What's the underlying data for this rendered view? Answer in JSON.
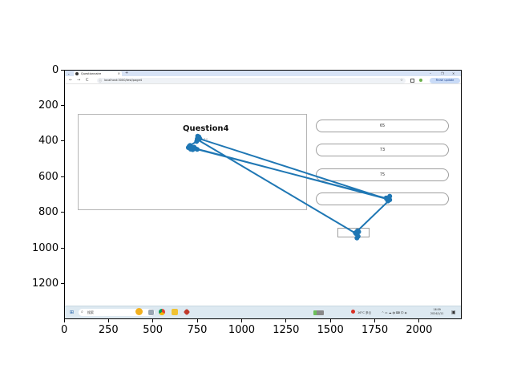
{
  "browser": {
    "tab_title": "Questionnaire",
    "tab_close": "×",
    "new_tab": "+",
    "tab_arrow": "⌄",
    "minimize": "–",
    "restore": "❐",
    "close": "×",
    "back": "←",
    "forward": "→",
    "reload": "C",
    "url": "localhost:3000/test/page4",
    "star": "☆",
    "finish_update": "Finish update"
  },
  "page": {
    "question_title": "Question4",
    "question_subtitle": "a·b·c·d·e",
    "options": [
      "65",
      "73",
      "75",
      ""
    ]
  },
  "taskbar": {
    "start": "⊞",
    "search_placeholder": "搜索",
    "weather": "16°C 多云",
    "tray_icons": "^ ▭ ☁ ◑ ⌨ 中 ◈",
    "time": "16:59",
    "date": "2024/1/11",
    "notifications": "▣"
  },
  "colors": {
    "trajectory": "#1f77b4",
    "tab_bar": "#d7e3f6",
    "taskbar": "#dde9f1",
    "finish_button": "#c9dbf7"
  },
  "chart_data": {
    "type": "line",
    "x_ticks": [
      "0",
      "250",
      "500",
      "750",
      "1000",
      "1250",
      "1500",
      "1750",
      "2000"
    ],
    "y_ticks": [
      "0",
      "200",
      "400",
      "600",
      "800",
      "1000",
      "1200"
    ],
    "xlim": [
      0,
      2240
    ],
    "ylim": [
      1400,
      0
    ],
    "grid": false,
    "series": [
      {
        "marker": "circle",
        "x": [
          748,
          760,
          752,
          742,
          705,
          695,
          708,
          720,
          735,
          715,
          700,
          725,
          745,
          1815,
          1830,
          1820,
          1810,
          1830,
          1648,
          1640,
          1652,
          1645,
          1636,
          1655,
          1645,
          748,
          755,
          745,
          750,
          1812,
          700,
          710,
          728
        ],
        "y": [
          368,
          382,
          376,
          398,
          420,
          432,
          441,
          444,
          438,
          430,
          425,
          437,
          442,
          718,
          705,
          732,
          715,
          725,
          900,
          915,
          930,
          940,
          910,
          905,
          918,
          388,
          372,
          384,
          380,
          720,
          428,
          436,
          430
        ]
      }
    ]
  }
}
